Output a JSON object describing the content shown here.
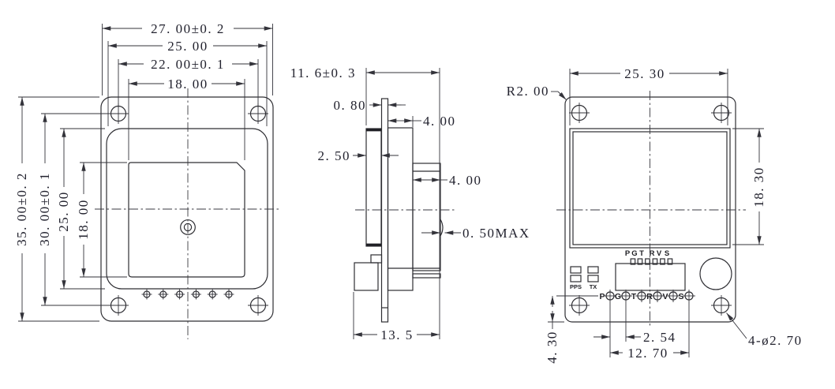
{
  "drawing": {
    "type": "mechanical-drawing-gps-module",
    "views": {
      "front": {
        "top_dims": [
          "27. 00±0. 2",
          "25. 00",
          "22. 00±0. 1",
          "18. 00"
        ],
        "left_dims": [
          "35. 00±0. 2",
          "30. 00±0. 1",
          "25. 00",
          "18. 00"
        ]
      },
      "side": {
        "depth_overall": "11. 6±0. 3",
        "pcb_thickness": "0. 80",
        "shield_offset": "4. 00",
        "antenna_thickness": "2. 50",
        "connector_depth": "4. 00",
        "protrusion_max": "0. 50MAX",
        "depth_bottom": "13. 5"
      },
      "back": {
        "shield_width": "25. 30",
        "corner_radius": "R2. 00",
        "shield_height": "18. 30",
        "pin_pitch": "2. 54",
        "pin_row_span": "12. 70",
        "pin_row_to_edge": "4. 30",
        "mounting_holes": "4-ø2. 70",
        "pin_labels_top": [
          "P",
          "G",
          "T",
          "R",
          "V",
          "S"
        ],
        "pin_labels_bottom": [
          "P",
          "G",
          "T",
          "R",
          "V",
          "S"
        ],
        "led_labels": [
          "PPS",
          "TX"
        ]
      }
    },
    "colors": {
      "line": "#2e2e33",
      "text": "#22222e",
      "background": "#ffffff"
    }
  }
}
